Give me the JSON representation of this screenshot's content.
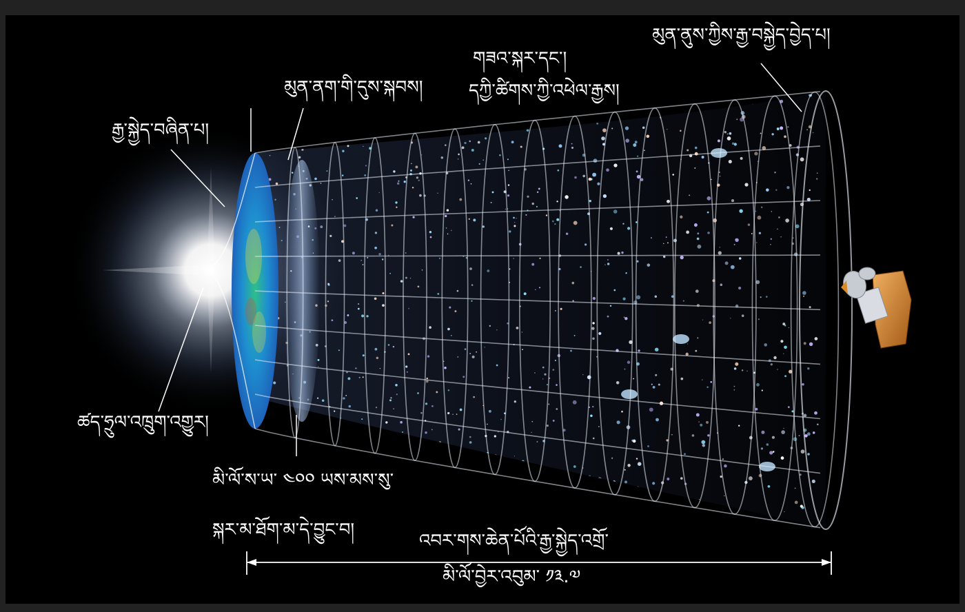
{
  "labels": {
    "top_right": "མུན་ནུས་ཀྱིས་རྒྱ་བསྐྱེད་བྱེད་པ།",
    "top_center_1": "གཟའ་སྐར་དང་།",
    "top_center_2": "དཀྱི་ཚིགས་ཀྱི་འཕེལ་རྒྱས།",
    "dark_ages": "མུན་ནག་གི་དུས་སྐབས།",
    "inflation": "རྒྱ་སྐྱེད་བཞིན་པ།",
    "quantum_fluctuations": "ཚད་ཧྲུལ་འཁྲུག་འགྱུར།",
    "first_stars_1": "མི་ལོ་ས་ཡ་ ༤༠༠ ཡས་མས་སུ་",
    "first_stars_2": "སྐར་མ་ཐོག་མ་དེ་བྱུང་བ།",
    "big_bang_expansion": "འབར་གས་ཆེན་པོའི་རྒྱ་སྐྱེད་འགྲོ་",
    "age": "མི་ལོ་བྱེར་འབུམ་ ༡༣.༧"
  },
  "colors": {
    "background": "#000000",
    "frame": "#222222",
    "text": "#ffffff",
    "grid": "#e8eef5",
    "cmb_blue": "#1e6fd0",
    "cmb_green": "#2fbf8a",
    "cmb_yellow": "#e8d84a",
    "satellite_gold": "#d98a2b"
  },
  "icons": {
    "satellite": "wmap-satellite-icon",
    "bang": "big-bang-glow-icon"
  }
}
